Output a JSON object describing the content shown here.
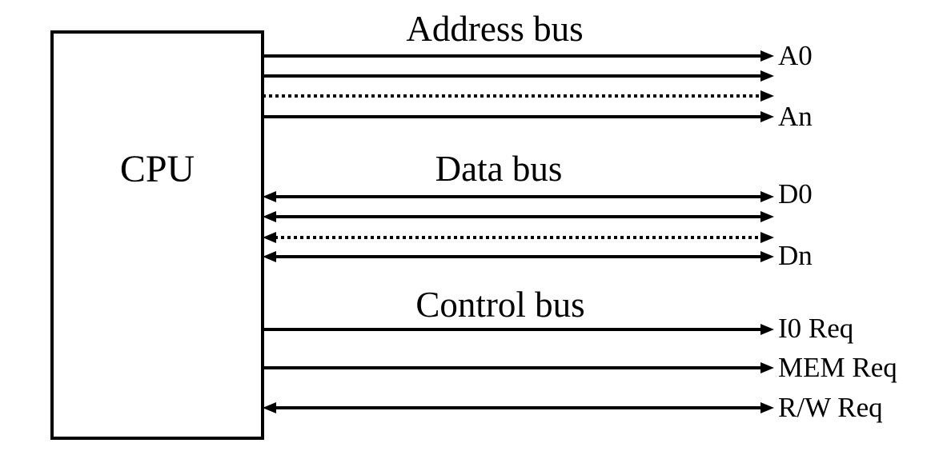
{
  "diagram": {
    "cpu_label": "CPU",
    "colors": {
      "ink": "#000000",
      "background": "#ffffff"
    },
    "buses": [
      {
        "title": "Address bus",
        "signals": [
          {
            "label": "A0",
            "line": "solid",
            "arrows": "right"
          },
          {
            "label": "",
            "line": "solid",
            "arrows": "right"
          },
          {
            "label": "",
            "line": "dotted",
            "arrows": "right"
          },
          {
            "label": "An",
            "line": "solid",
            "arrows": "right"
          }
        ]
      },
      {
        "title": "Data bus",
        "signals": [
          {
            "label": "D0",
            "line": "solid",
            "arrows": "both"
          },
          {
            "label": "",
            "line": "solid",
            "arrows": "both"
          },
          {
            "label": "",
            "line": "dotted",
            "arrows": "both"
          },
          {
            "label": "Dn",
            "line": "solid",
            "arrows": "both"
          }
        ]
      },
      {
        "title": "Control bus",
        "signals": [
          {
            "label": "I0 Req",
            "line": "solid",
            "arrows": "right"
          },
          {
            "label": "MEM Req",
            "line": "solid",
            "arrows": "right"
          },
          {
            "label": "R/W Req",
            "line": "solid",
            "arrows": "both"
          }
        ]
      }
    ]
  }
}
